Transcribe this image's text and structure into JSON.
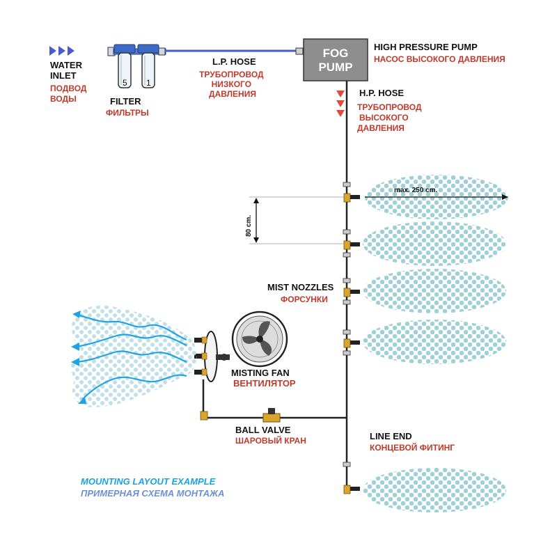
{
  "water_inlet": {
    "en": [
      "WATER",
      "INLET"
    ],
    "ru": [
      "ПОДВОД",
      "ВОДЫ"
    ]
  },
  "filter": {
    "en": "FILTER",
    "ru": "ФИЛЬТРЫ",
    "cartridge_numbers": [
      "5",
      "1"
    ]
  },
  "lp_hose": {
    "en": "L.P. HOSE",
    "ru": [
      "ТРУБОПРОВОД",
      "НИЗКОГО",
      "ДАВЛЕНИЯ"
    ]
  },
  "pump": {
    "box_lines": [
      "FOG",
      "PUMP"
    ],
    "en": "HIGH PRESSURE PUMP",
    "ru": "НАСОС ВЫСОКОГО ДАВЛЕНИЯ"
  },
  "hp_hose": {
    "en": "H.P. HOSE",
    "ru": [
      "ТРУБОПРОВОД",
      "ВЫСОКОГО",
      "ДАВЛЕНИЯ"
    ]
  },
  "spray_range": "max. 250 cm.",
  "nozzle_spacing": "80 cm.",
  "mist_nozzles": {
    "en": "MIST NOZZLES",
    "ru": "ФОРСУНКИ"
  },
  "misting_fan": {
    "en": "MISTING FAN",
    "ru": "ВЕНТИЛЯТОР"
  },
  "ball_valve": {
    "en": "BALL VALVE",
    "ru": "ШАРОВЫЙ КРАН"
  },
  "line_end": {
    "en": "LINE END",
    "ru": "КОНЦЕВОЙ ФИТИНГ"
  },
  "footer": {
    "en": "MOUNTING LAYOUT EXAMPLE",
    "ru": "ПРИМЕРНАЯ СХЕМА МОНТАЖА"
  },
  "colors": {
    "label_ru": "#c0392b",
    "pump_box": "#8e8e8e",
    "flow_arrow": "#4a5bd0",
    "mist_dots": "#9fd0d6",
    "airflow": "#1fa3e6",
    "footer_en": "#1aa3e0",
    "footer_ru": "#6c8fd6",
    "fitting": "#d9a52b"
  },
  "icons": [
    "inlet-arrows-icon",
    "filter-housing-icon",
    "pump-box-icon",
    "flow-down-arrows-icon",
    "mist-nozzle-icon",
    "mist-spray-icon",
    "fan-icon",
    "ball-valve-icon",
    "airflow-icon"
  ]
}
